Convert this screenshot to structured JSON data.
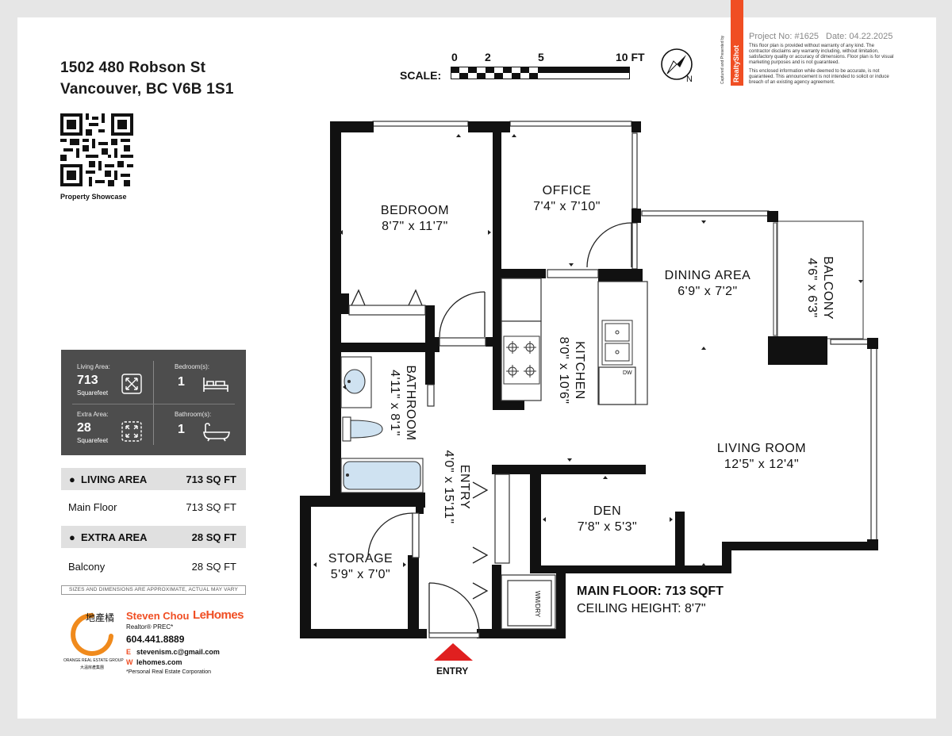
{
  "address": {
    "line1": "1502 480 Robson St",
    "line2": "Vancouver, BC V6B 1S1"
  },
  "qr": {
    "caption": "Property Showcase"
  },
  "stats": {
    "living_label": "Living Area:",
    "living_value": "713",
    "living_unit": "Squarefeet",
    "bedrooms_label": "Bedroom(s):",
    "bedrooms_value": "1",
    "extra_label": "Extra Area:",
    "extra_value": "28",
    "extra_unit": "Squarefeet",
    "bathrooms_label": "Bathroom(s):",
    "bathrooms_value": "1"
  },
  "area_table": {
    "living_header": "LIVING AREA",
    "living_total": "713 SQ FT",
    "main_floor_label": "Main Floor",
    "main_floor_value": "713 SQ FT",
    "extra_header": "EXTRA AREA",
    "extra_total": "28 SQ FT",
    "balcony_label": "Balcony",
    "balcony_value": "28 SQ FT"
  },
  "sizes_note": "SIZES AND DIMENSIONS ARE APPROXIMATE, ACTUAL MAY VARY",
  "agent": {
    "name": "Steven Chou",
    "brand": "LeHomes",
    "title": "Realtor® PREC*",
    "phone": "604.441.8889",
    "email_prefix": "E",
    "email": "stevenism.c@gmail.com",
    "web_prefix": "W",
    "web": "lehomes.com",
    "note": "*Personal Real Estate Corporation",
    "logo_chars": "地產橘",
    "group_name": "ORANGE REAL ESTATE GROUP",
    "group_cn": "大溫房產集團"
  },
  "scale": {
    "title": "SCALE:",
    "ticks": [
      "0",
      "2",
      "5",
      "10 FT"
    ],
    "north": "N"
  },
  "header": {
    "project": "Project No: #1625",
    "date": "Date: 04.22.2025",
    "realtyshot_label": "RealtyShot",
    "captured_text": "Captured and Presented by",
    "disclaimer1": "This floor plan is provided without warranty of any kind. The contractor disclaims any warranty including, without limitation, satisfactory quality or accuracy of dimensions. Floor plan is for visual marketing purposes and is not guaranteed.",
    "disclaimer2": "This enclosed information while deemed to be accurate, is not guaranteed. This announcement is not intended to solicit or induce breach of an existing agency agreement."
  },
  "rooms": {
    "bedroom_name": "BEDROOM",
    "bedroom_dim": "8'7\" x 11'7\"",
    "office_name": "OFFICE",
    "office_dim": "7'4\" x 7'10\"",
    "dining_name": "DINING AREA",
    "dining_dim": "6'9\" x 7'2\"",
    "balcony_name": "BALCONY",
    "balcony_dim": "4'6\" x 6'3\"",
    "kitchen_name": "KITCHEN",
    "kitchen_dim": "8'0\" x 10'6\"",
    "bathroom_name": "BATHROOM",
    "bathroom_dim": "4'11\" x 8'1\"",
    "entry_name": "ENTRY",
    "entry_dim": "4'0\" x 15'11\"",
    "living_name": "LIVING ROOM",
    "living_dim": "12'5\" x 12'4\"",
    "den_name": "DEN",
    "den_dim": "7'8\" x 5'3\"",
    "storage_name": "STORAGE",
    "storage_dim": "5'9\" x 7'0\"",
    "dw_label": "DW",
    "wm_label": "WM/DRY"
  },
  "floor_info": {
    "main": "MAIN FLOOR: 713 SQFT",
    "ceiling": "CEILING HEIGHT: 8'7\""
  },
  "entry_marker": "ENTRY",
  "colors": {
    "accent_orange": "#f04e23",
    "stat_bg": "#4d4d4d",
    "entry_red": "#e02020",
    "logo_orange": "#f08a1c"
  }
}
